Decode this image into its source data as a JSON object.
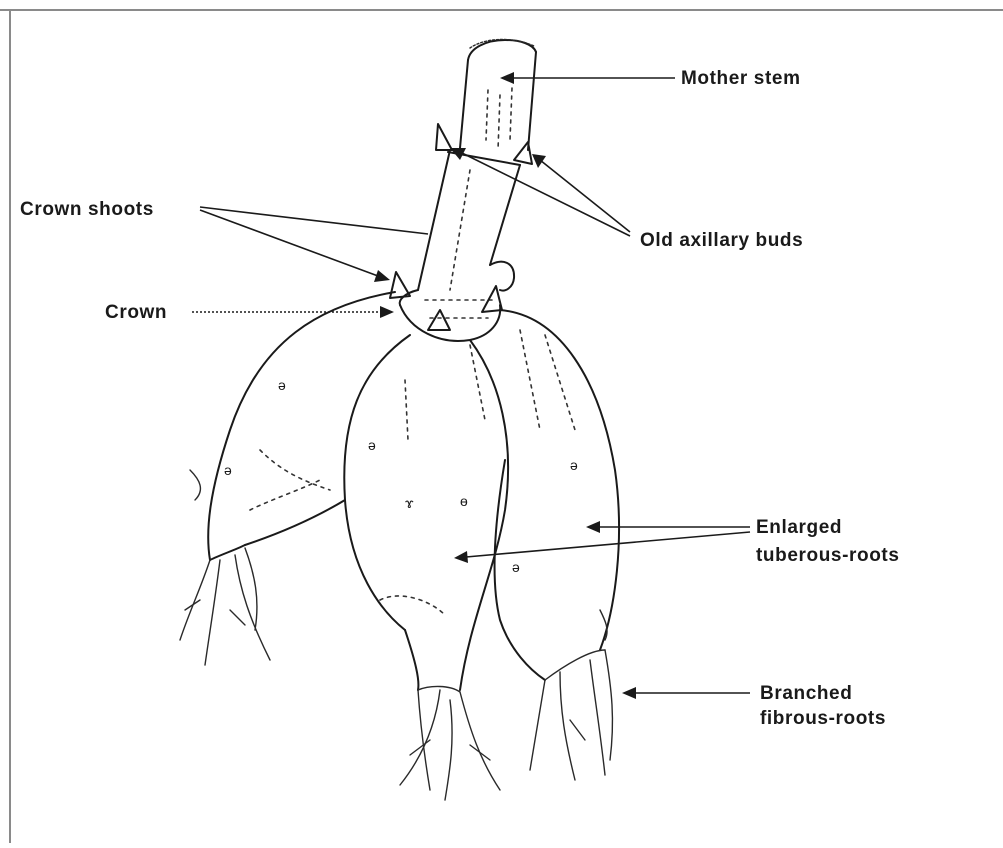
{
  "labels": {
    "mother_stem": "Mother stem",
    "old_axillary_buds": "Old axillary buds",
    "crown_shoots": "Crown shoots",
    "crown": "Crown",
    "enlarged_line1": "Enlarged",
    "enlarged_line2": "tuberous-roots",
    "branched_line1": "Branched",
    "branched_line2": "fibrous-roots"
  },
  "colors": {
    "ink": "#1a1a1a",
    "frame": "#8a8a8a",
    "background": "#ffffff"
  }
}
